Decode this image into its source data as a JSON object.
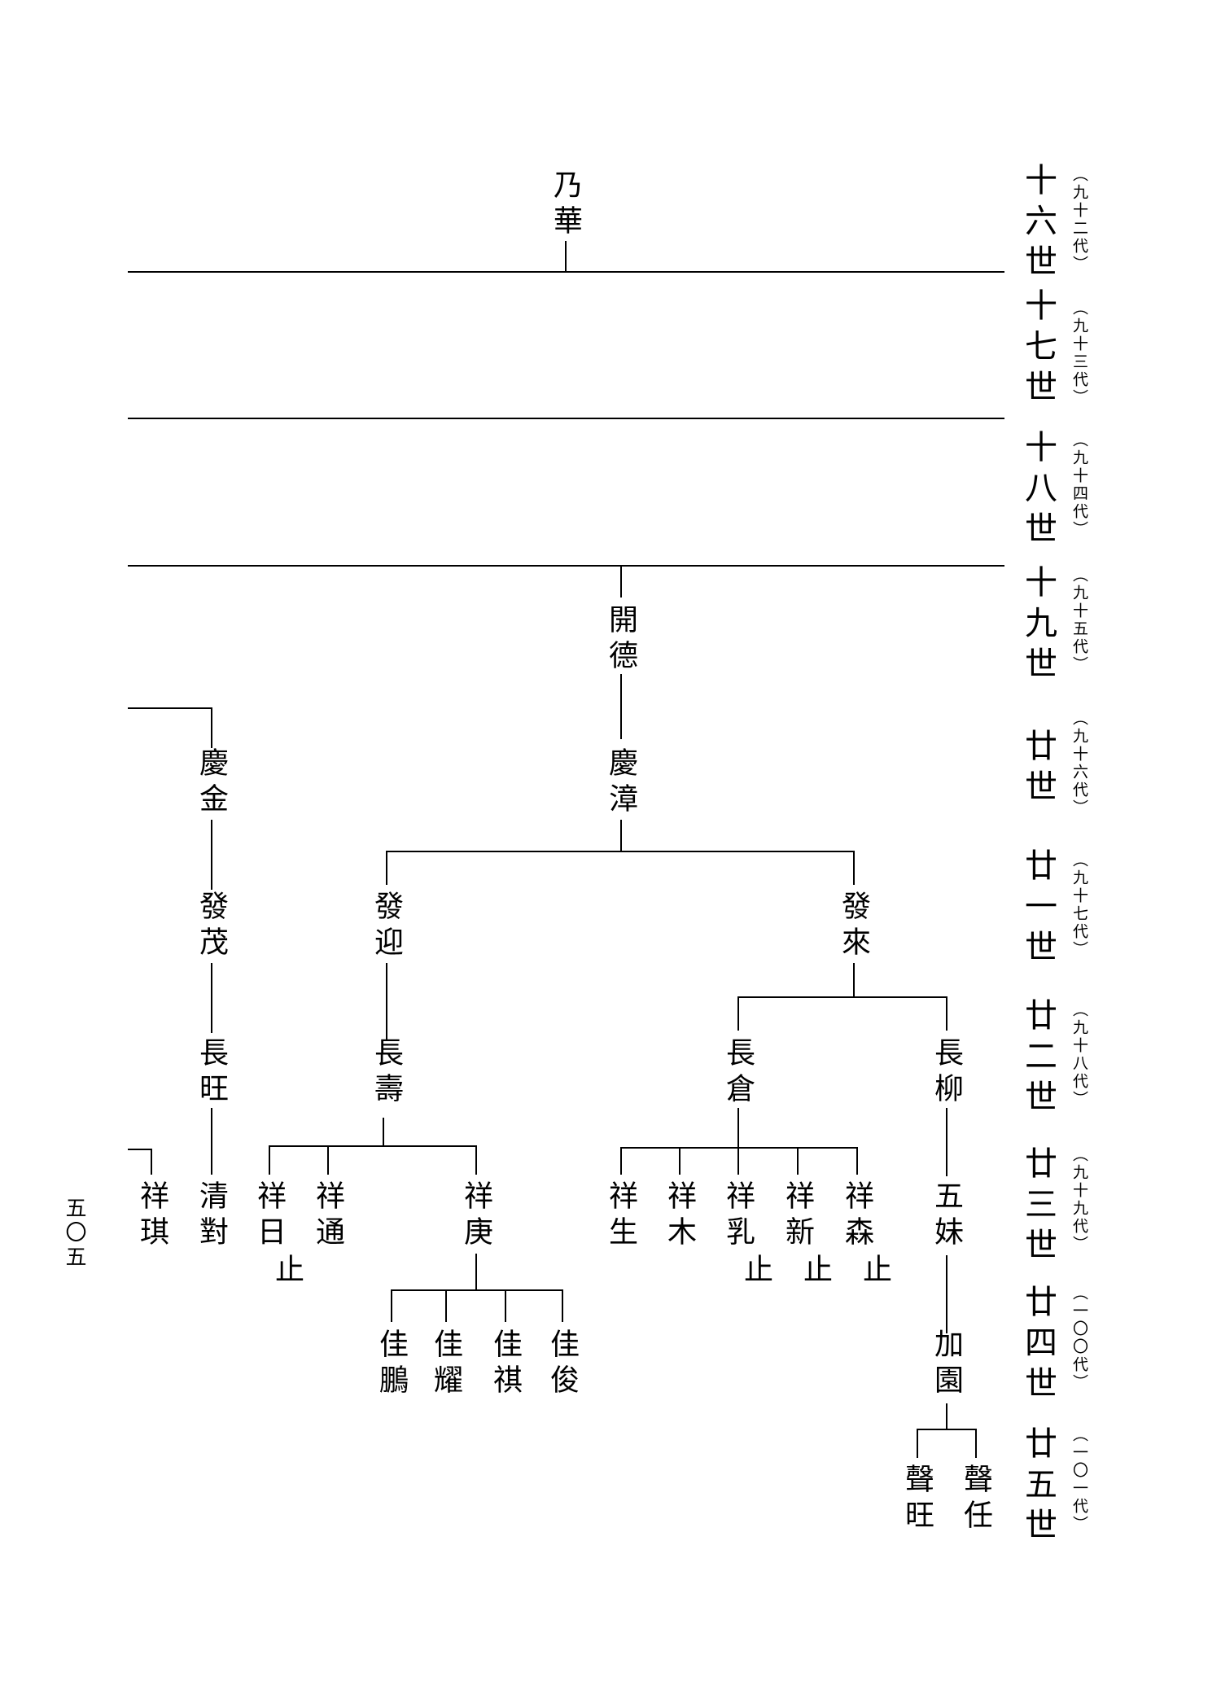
{
  "page_number": "五〇五",
  "generations": [
    {
      "gen": "十六世",
      "dai": "（九十二代）"
    },
    {
      "gen": "十七世",
      "dai": "（九十三代）"
    },
    {
      "gen": "十八世",
      "dai": "（九十四代）"
    },
    {
      "gen": "十九世",
      "dai": "（九十五代）"
    },
    {
      "gen": "廿世",
      "dai": "（九十六代）"
    },
    {
      "gen": "廿一世",
      "dai": "（九十七代）"
    },
    {
      "gen": "廿二世",
      "dai": "（九十八代）"
    },
    {
      "gen": "廿三世",
      "dai": "（九十九代）"
    },
    {
      "gen": "廿四世",
      "dai": "（一〇〇代）"
    },
    {
      "gen": "廿五世",
      "dai": "（一〇一代）"
    }
  ],
  "persons": {
    "naihua": "乃華",
    "kaide": "開德",
    "qingzhang": "慶漳",
    "qingjin": "慶金",
    "famao": "發茂",
    "changwang": "長旺",
    "qingdui": "清對",
    "xiangqi": "祥琪",
    "faying": "發迎",
    "falai": "發來",
    "changshou": "長壽",
    "changcang": "長倉",
    "changliu": "長柳",
    "xiangri": "祥日",
    "xiangtong": "祥通",
    "xianggeng": "祥庚",
    "jiapeng": "佳鵬",
    "jiayao": "佳耀",
    "jiaqi": "佳祺",
    "jiajun": "佳俊",
    "xiangsheng": "祥生",
    "xiangmu": "祥木",
    "xiangru": "祥乳",
    "xiangxin": "祥新",
    "xiangsen": "祥森",
    "wumei": "五妹",
    "jiayuan": "加園",
    "shengwang": "聲旺",
    "shengren": "聲任"
  },
  "marks": {
    "stop": "止"
  }
}
